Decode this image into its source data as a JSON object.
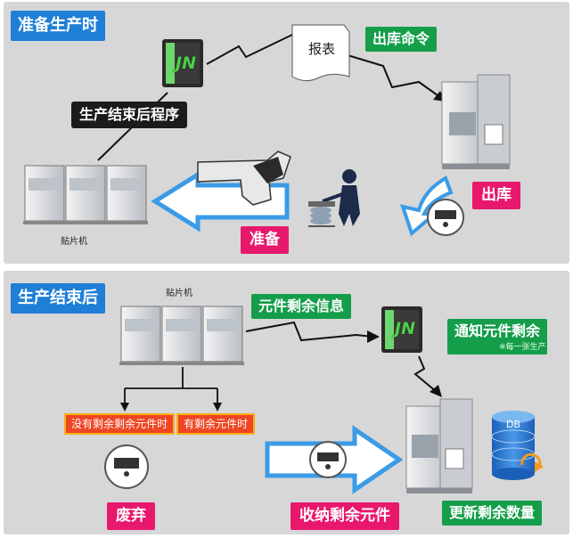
{
  "top": {
    "header": "准备生产时",
    "program_label": "生产结束后程序",
    "report_label": "报表",
    "command_label": "出库命令",
    "jn_label": "JN",
    "out_label": "出库",
    "prepare_label": "准备",
    "mounter_label": "贴片机"
  },
  "bottom": {
    "header": "生产结束后",
    "mounter_label": "贴片机",
    "info_label": "元件剩余信息",
    "jn_label": "JN",
    "notify_label": "通知元件剩余",
    "notify_sub": "※每一张生产",
    "no_remain_label": "没有剩余剩余元件时",
    "has_remain_label": "有剩余元件时",
    "discard_label": "废弃",
    "store_label": "收纳剩余元件",
    "update_label": "更新剩余数量",
    "db_label": "DB"
  },
  "colors": {
    "header_blue": "#1f7fd6",
    "green": "#149e49",
    "pink": "#e8186d",
    "orange": "#ef4523",
    "arrow_blue": "#3b9be6"
  }
}
